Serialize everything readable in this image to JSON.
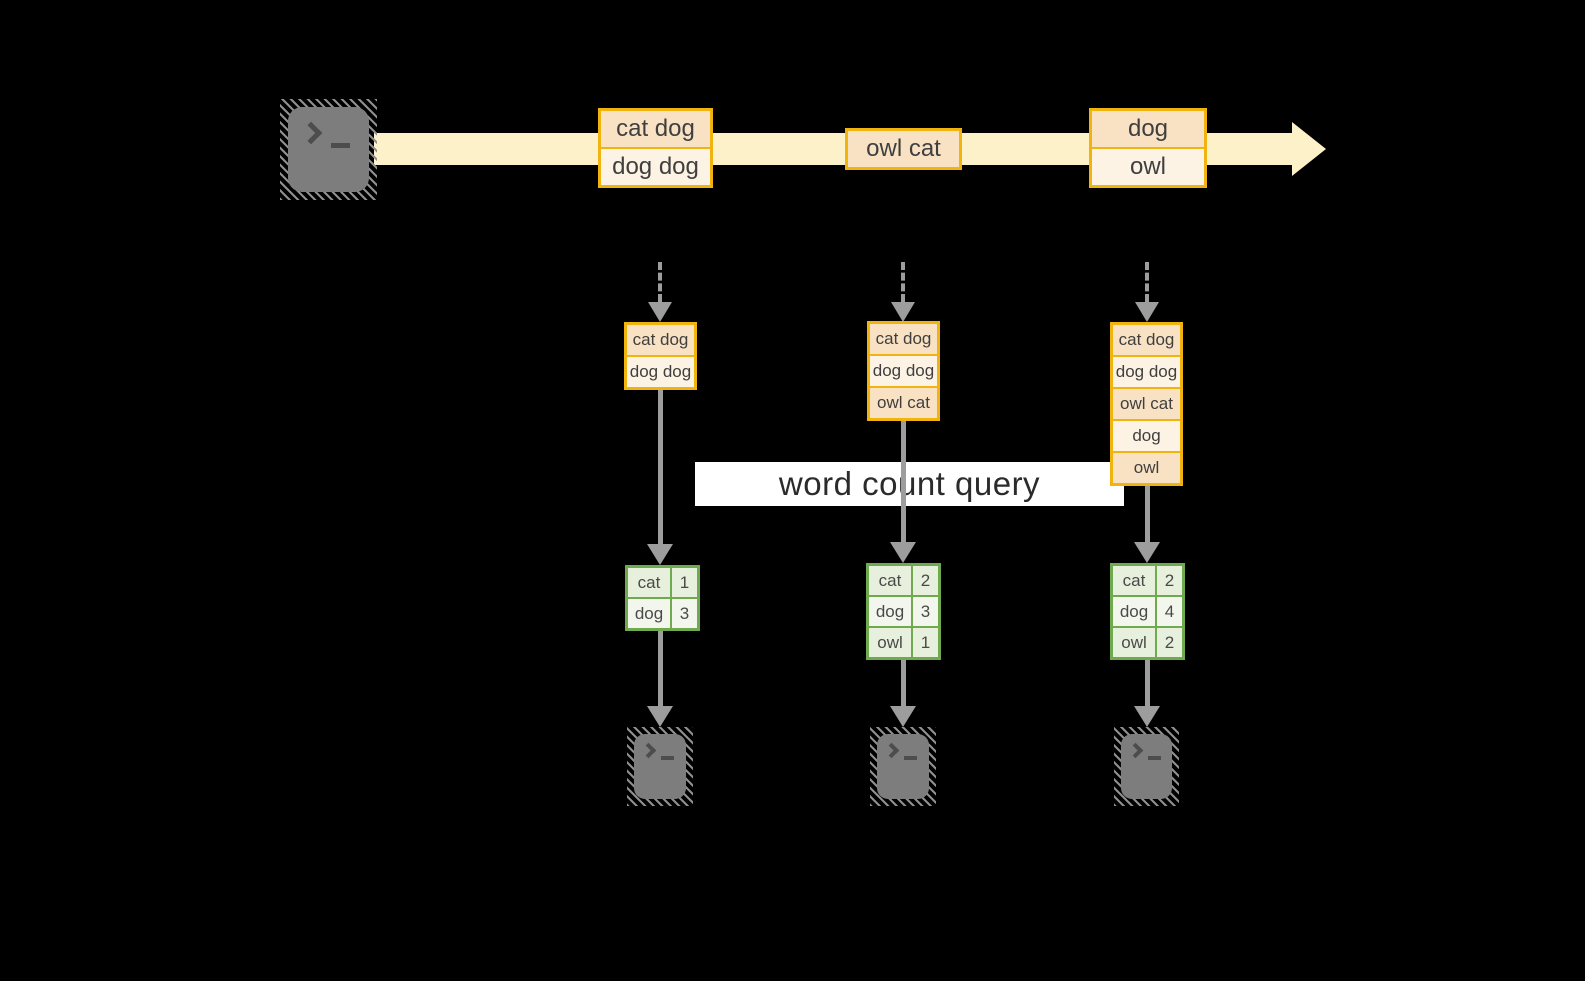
{
  "title": "streaming word count diagram",
  "colors": {
    "background": "#000000",
    "stream_band": "#fcf1c9",
    "box_border": "#f1b30e",
    "box_fill_dark": "#f9e2c3",
    "box_fill_light": "#fdf3e4",
    "table_border": "#6faa4e",
    "table_fill_dark": "#e7efdd",
    "table_fill_light": "#f3f6ed",
    "arrow_gray": "#9d9d9d",
    "terminal_gray": "#7d7d7d",
    "text": "#3f3f3f"
  },
  "icons": {
    "source": "terminal-prompt-icon",
    "sinks": [
      "terminal-prompt-icon",
      "terminal-prompt-icon",
      "terminal-prompt-icon"
    ]
  },
  "query_label": "word count query",
  "stream_batches": [
    {
      "lines": [
        "cat dog",
        "dog dog"
      ]
    },
    {
      "lines": [
        "owl cat"
      ]
    },
    {
      "lines": [
        "dog",
        "owl"
      ]
    }
  ],
  "columns": [
    {
      "accumulated_input": [
        "cat dog",
        "dog dog"
      ],
      "word_counts": [
        {
          "word": "cat",
          "count": "1"
        },
        {
          "word": "dog",
          "count": "3"
        }
      ]
    },
    {
      "accumulated_input": [
        "cat dog",
        "dog dog",
        "owl cat"
      ],
      "word_counts": [
        {
          "word": "cat",
          "count": "2"
        },
        {
          "word": "dog",
          "count": "3"
        },
        {
          "word": "owl",
          "count": "1"
        }
      ]
    },
    {
      "accumulated_input": [
        "cat dog",
        "dog dog",
        "owl cat",
        "dog",
        "owl"
      ],
      "word_counts": [
        {
          "word": "cat",
          "count": "2"
        },
        {
          "word": "dog",
          "count": "4"
        },
        {
          "word": "owl",
          "count": "2"
        }
      ]
    }
  ]
}
